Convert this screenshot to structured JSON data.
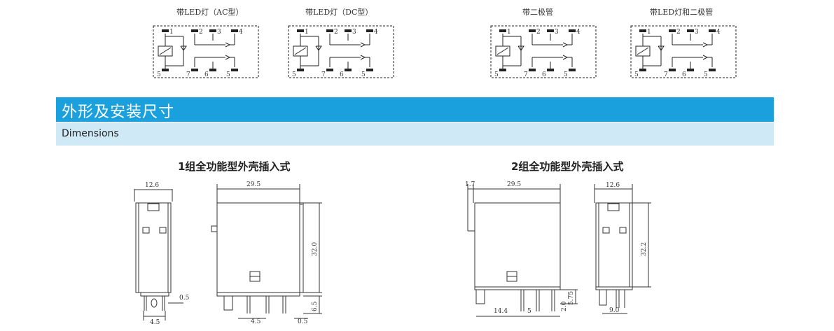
{
  "circuits": [
    {
      "label": "带LED灯（AC型）",
      "pins": [
        "1",
        "2",
        "3",
        "4",
        "5",
        "7",
        "6",
        "5"
      ]
    },
    {
      "label": "带LED灯（DC型）",
      "pins": [
        "1",
        "2",
        "3",
        "4",
        "5",
        "7",
        "6",
        "5"
      ]
    },
    {
      "label": "带二极管",
      "pins": [
        "1",
        "2",
        "3",
        "4",
        "5",
        "7",
        "6",
        "5"
      ]
    },
    {
      "label": "带LED灯和二极管",
      "pins": [
        "1",
        "2",
        "3",
        "4",
        "5",
        "7",
        "6",
        "5"
      ]
    }
  ],
  "section": {
    "title_cn": "外形及安装尺寸",
    "title_en": "Dimensions"
  },
  "drawings": [
    {
      "title": "1组全功能型外壳插入式",
      "dims": {
        "side_width": "12.6",
        "front_width": "29.5",
        "height": "32.0",
        "pin_gap": "0.5",
        "pin_pitch": "4.5",
        "pin_pitch2": "4.5",
        "pin_gap2": "0.5",
        "pin_len": "6.5"
      }
    },
    {
      "title": "2组全功能型外壳插入式",
      "dims": {
        "offset": "1.7",
        "front_width": "29.5",
        "side_width": "12.6",
        "height": "32.2",
        "left_dist": "14.4",
        "pin_pitch": "5",
        "pin_w": "2.0",
        "pin_len": "5.75",
        "side_pitch": "9.0"
      }
    }
  ]
}
